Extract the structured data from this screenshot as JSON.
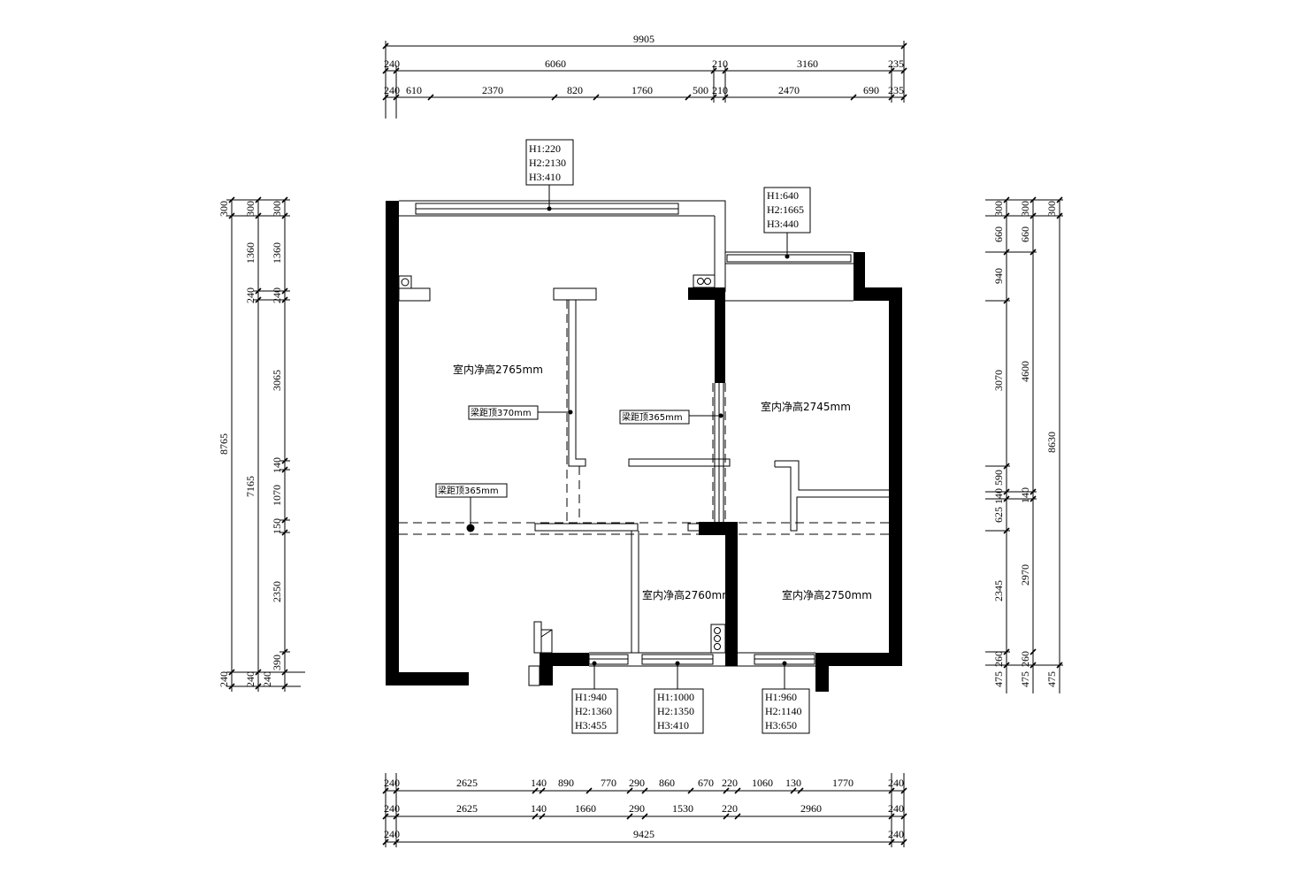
{
  "dims": {
    "top_overall": "9905",
    "top_row2": [
      "240",
      "6060",
      "210",
      "3160",
      "235"
    ],
    "top_row3": [
      "240",
      "610",
      "2370",
      "820",
      "1760",
      "500",
      "210",
      "2470",
      "690",
      "235"
    ],
    "bottom_row1": [
      "240",
      "2625",
      "140",
      "890",
      "770",
      "290",
      "860",
      "670",
      "220",
      "1060",
      "130",
      "1770",
      "240"
    ],
    "bottom_row2": [
      "240",
      "2625",
      "140",
      "1660",
      "290",
      "1530",
      "220",
      "2960",
      "240"
    ],
    "bottom_overall": [
      "240",
      "9425",
      "240"
    ],
    "left_col1": [
      "300",
      "8765",
      "240"
    ],
    "left_col2": [
      "300",
      "1360",
      "240",
      "7165",
      "240"
    ],
    "left_col3": [
      "300",
      "1360",
      "240",
      "3065",
      "140",
      "1070",
      "150",
      "2350",
      "390",
      "240"
    ],
    "right_col1": [
      "300",
      "660",
      "940",
      "3070",
      "590",
      "140",
      "625",
      "2345",
      "260",
      "475"
    ],
    "right_col2": [
      "300",
      "660",
      "4600",
      "140",
      "2970",
      "260",
      "475"
    ],
    "right_col3": [
      "300",
      "8630",
      "475"
    ]
  },
  "rooms": [
    {
      "label": "室内净高2765mm"
    },
    {
      "label": "室内净高2745mm"
    },
    {
      "label": "室内净高2760mm"
    },
    {
      "label": "室内净高2750mm"
    }
  ],
  "beam_notes": [
    "梁距顶370mm",
    "梁距顶365mm",
    "梁距顶365mm"
  ],
  "window_tags": [
    {
      "h1": "H1:220",
      "h2": "H2:2130",
      "h3": "H3:410"
    },
    {
      "h1": "H1:640",
      "h2": "H2:1665",
      "h3": "H3:440"
    },
    {
      "h1": "H1:940",
      "h2": "H2:1360",
      "h3": "H3:455"
    },
    {
      "h1": "H1:1000",
      "h2": "H2:1350",
      "h3": "H3:410"
    },
    {
      "h1": "H1:960",
      "h2": "H2:1140",
      "h3": "H3:650"
    }
  ]
}
